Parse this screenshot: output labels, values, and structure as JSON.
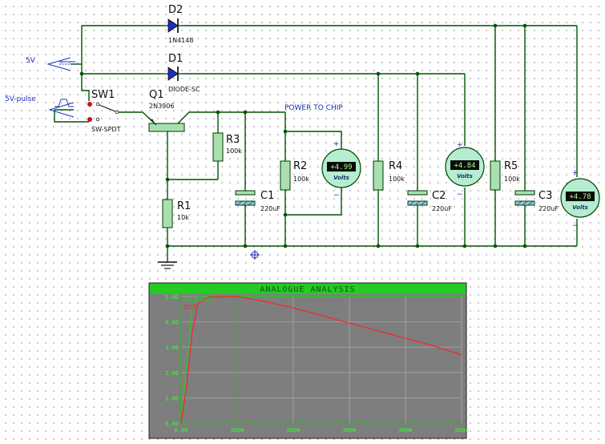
{
  "components": {
    "d2": {
      "ref": "D2",
      "value": "1N4148"
    },
    "d1": {
      "ref": "D1",
      "value": "DIODE-SC"
    },
    "sw1": {
      "ref": "SW1",
      "value": "SW-SPDT"
    },
    "q1": {
      "ref": "Q1",
      "value": "2N3906"
    },
    "r1": {
      "ref": "R1",
      "value": "10k"
    },
    "r2": {
      "ref": "R2",
      "value": "100k"
    },
    "r3": {
      "ref": "R3",
      "value": "100k"
    },
    "r4": {
      "ref": "R4",
      "value": "100k"
    },
    "r5": {
      "ref": "R5",
      "value": "100k"
    },
    "c1": {
      "ref": "C1",
      "value": "220uF"
    },
    "c2": {
      "ref": "C2",
      "value": "220uF"
    },
    "c3": {
      "ref": "C3",
      "value": "220uF"
    }
  },
  "sources": {
    "v5": "5V",
    "pulse": "5V-pulse"
  },
  "net_label": "POWER TO CHIP",
  "meters": [
    {
      "id": "m1",
      "reading": "+4.99",
      "unit": "Volts"
    },
    {
      "id": "m2",
      "reading": "+4.84",
      "unit": "Volts"
    },
    {
      "id": "m3",
      "reading": "+4.78",
      "unit": "Volts"
    }
  ],
  "meter_polarity": {
    "plus": "+",
    "minus": "−"
  },
  "graph": {
    "title": "ANALOGUE ANALYSIS",
    "y_ticks": [
      "5.00",
      "4.00",
      "3.00",
      "2.00",
      "1.00",
      "0.00"
    ],
    "x_ticks": [
      "0.00",
      "100m",
      "200m",
      "300m",
      "400m",
      "500m"
    ],
    "colors": {
      "background": "#7e7e7e",
      "title_bar": "#22cc22",
      "grid": "#a6a6a6",
      "axis": "#22bb22",
      "trace_in": "#22cc22",
      "trace_out": "#ff2222"
    },
    "chart_data": {
      "type": "line",
      "x_range": [
        0,
        0.5
      ],
      "y_range": [
        0,
        5
      ],
      "series": [
        {
          "name": "5V-pulse",
          "color": "#22cc22",
          "points": [
            [
              0,
              0
            ],
            [
              0.02,
              4.6
            ],
            [
              0.03,
              5.0
            ],
            [
              0.5,
              5.0
            ]
          ]
        },
        {
          "name": "OUT",
          "color": "#ff2222",
          "points": [
            [
              0,
              0
            ],
            [
              0.01,
              1.5
            ],
            [
              0.02,
              3.6
            ],
            [
              0.03,
              4.7
            ],
            [
              0.05,
              4.98
            ],
            [
              0.1,
              5.0
            ],
            [
              0.15,
              4.8
            ],
            [
              0.2,
              4.55
            ],
            [
              0.25,
              4.25
            ],
            [
              0.3,
              3.95
            ],
            [
              0.35,
              3.65
            ],
            [
              0.4,
              3.35
            ],
            [
              0.45,
              3.05
            ],
            [
              0.5,
              2.7
            ]
          ]
        }
      ]
    }
  }
}
